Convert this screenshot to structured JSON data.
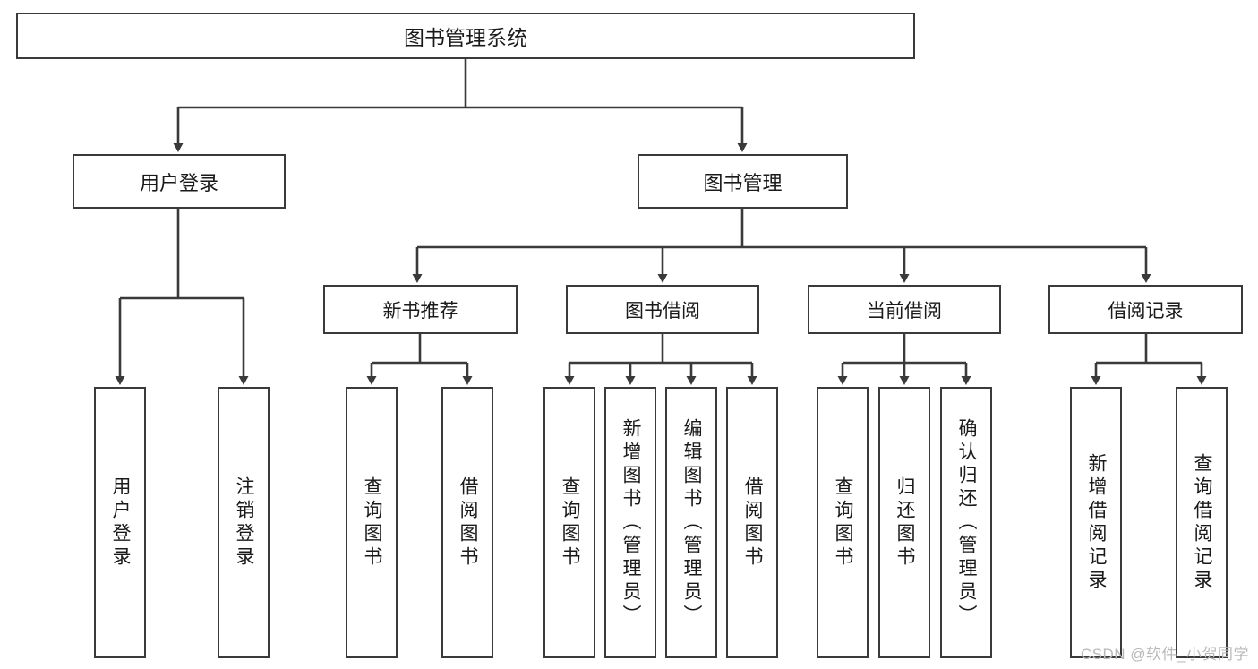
{
  "diagram": {
    "title": "图书管理系统",
    "type": "hierarchy-tree",
    "background_color": "#ffffff",
    "stroke_color": "#3a3a3a",
    "text_color": "#1a1a1a",
    "root": {
      "label": "图书管理系统"
    },
    "level2": [
      {
        "label": "用户登录"
      },
      {
        "label": "图书管理"
      }
    ],
    "level3": [
      {
        "label": "新书推荐"
      },
      {
        "label": "图书借阅"
      },
      {
        "label": "当前借阅"
      },
      {
        "label": "借阅记录"
      }
    ],
    "leaves": {
      "user_login": [
        {
          "label": "用户登录"
        },
        {
          "label": "注销登录"
        }
      ],
      "new_book_recommend": [
        {
          "label": "查询图书"
        },
        {
          "label": "借阅图书"
        }
      ],
      "book_borrow": [
        {
          "label": "查询图书"
        },
        {
          "label": "新增图书（管理员）"
        },
        {
          "label": "编辑图书（管理员）"
        },
        {
          "label": "借阅图书"
        }
      ],
      "current_borrow": [
        {
          "label": "查询图书"
        },
        {
          "label": "归还图书"
        },
        {
          "label": "确认归还（管理员）"
        }
      ],
      "borrow_record": [
        {
          "label": "新增借阅记录"
        },
        {
          "label": "查询借阅记录"
        }
      ]
    }
  },
  "watermark": {
    "text": "CSDN @软件_小贺同学"
  }
}
